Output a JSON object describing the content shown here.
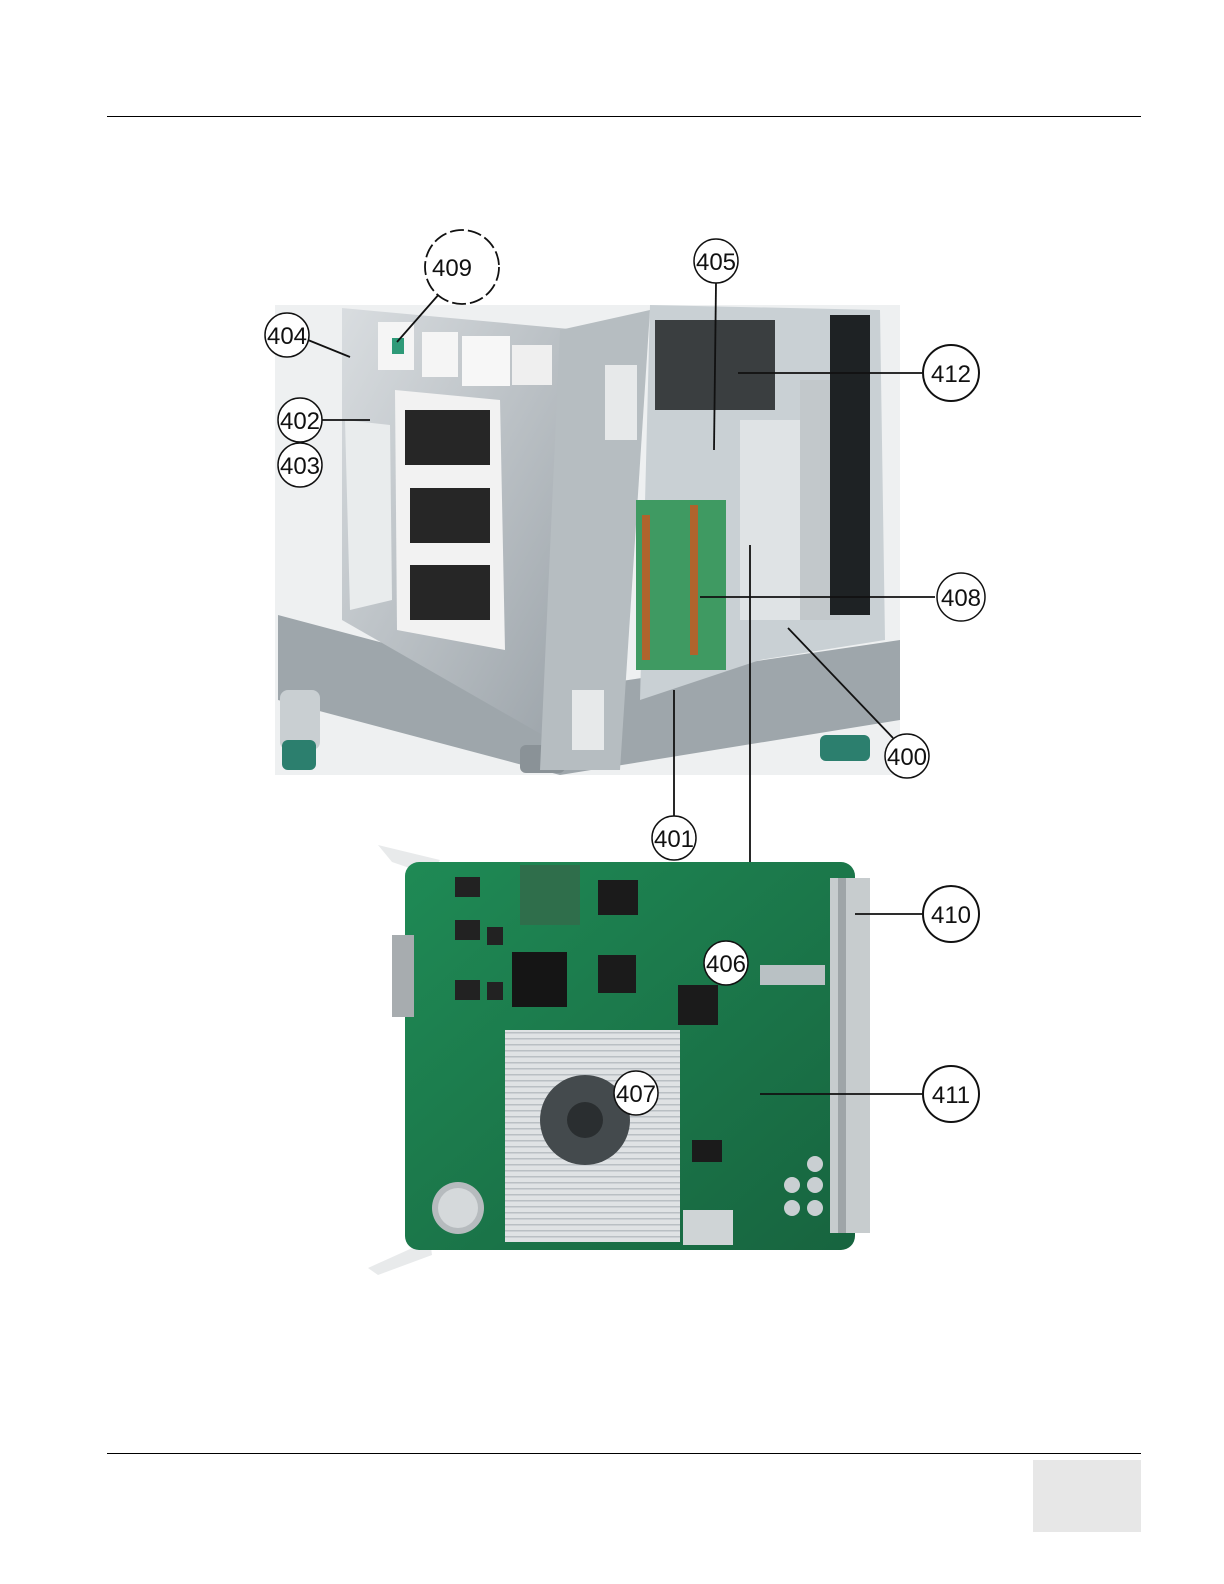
{
  "figure": {
    "callouts": [
      {
        "label": "409"
      },
      {
        "label": "405"
      },
      {
        "label": "404"
      },
      {
        "label": "412"
      },
      {
        "label": "402"
      },
      {
        "label": "403"
      },
      {
        "label": "408"
      },
      {
        "label": "400"
      },
      {
        "label": "401"
      },
      {
        "label": "410"
      },
      {
        "label": "406"
      },
      {
        "label": "407"
      },
      {
        "label": "411"
      }
    ]
  }
}
